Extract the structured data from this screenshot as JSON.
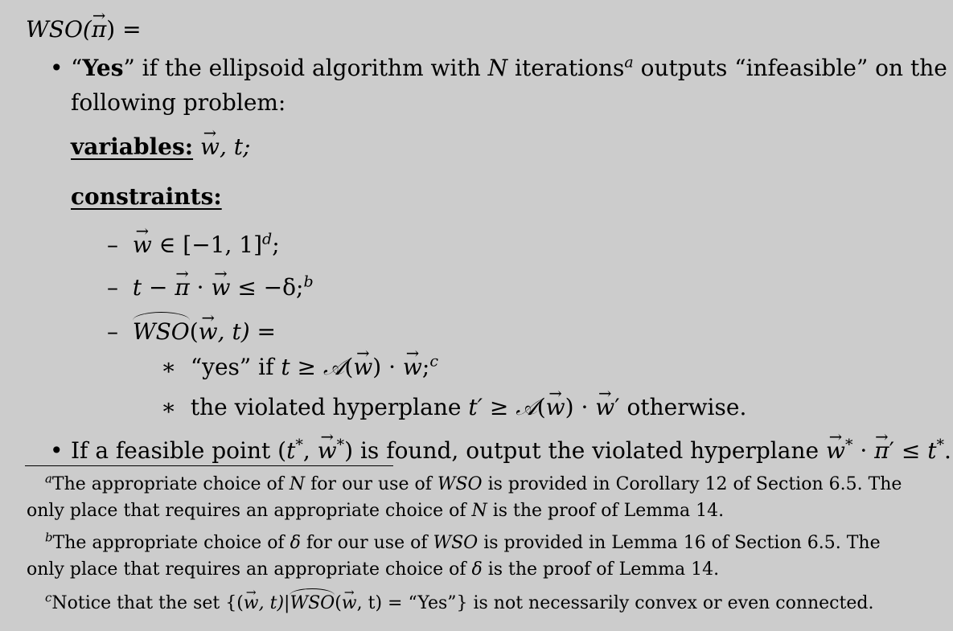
{
  "title": {
    "pre": "WSO(",
    "vec_pi": "π",
    "post": ") ="
  },
  "bullet1": {
    "q1": "“",
    "yes": "Yes",
    "q2": "” if the ellipsoid algorithm with ",
    "N": "N",
    "iter": " iterations",
    "sup_a": "a",
    "rest": " outputs “infeasible” on the",
    "line2": "following problem:"
  },
  "variables": {
    "label": "variables:",
    "w": "w",
    "tail": ", t;"
  },
  "constraints": {
    "label": "constraints:"
  },
  "c1": {
    "dash": "–",
    "w": "w",
    "tail": " ∈ [−1, 1]",
    "d": "d",
    "semi": ";"
  },
  "c2": {
    "dash": "–",
    "t": "t",
    "minus": " − ",
    "pi": "π",
    "dot": " · ",
    "w": "w",
    "tail": " ≤ −δ;",
    "sup_b": "b"
  },
  "c3": {
    "dash": "–",
    "wso": "WSO",
    "open": "(",
    "w": "w",
    "tail": ", t) ="
  },
  "s1": {
    "star": "∗",
    "text": "“yes” if ",
    "t": "t",
    "geq": " ≥ ",
    "A": "𝒜",
    "open": "(",
    "w": "w",
    "close": ") · ",
    "w2": "w",
    "semi": ";",
    "sup_c": "c"
  },
  "s2": {
    "star": "∗",
    "text": "the violated hyperplane ",
    "tp": "t′",
    "geq": " ≥ ",
    "A": "𝒜",
    "open": "(",
    "w": "w",
    "close": ") · ",
    "w2": "w",
    "prime": "′",
    "tail": " otherwise."
  },
  "bullet2": {
    "pre": "If a feasible point (",
    "ts": "t",
    "star1": "*",
    "comma": ", ",
    "ws": "w",
    "star2": "*",
    "mid": ") is found, output the violated hyperplane ",
    "w3": "w",
    "star3": "*",
    "dot": " · ",
    "pi": "π",
    "pp": "′",
    "le": " ≤ ",
    "t3": "t",
    "star4": "*",
    "end": "."
  },
  "footnotes": {
    "a_mark": "a",
    "a1_pre": "The appropriate choice of ",
    "a1_N": "N",
    "a1_mid": " for our use of ",
    "a1_wso": "WSO",
    "a1_post": " is provided in Corollary 12 of Section 6.5. The",
    "a2_pre": "only place that requires an appropriate choice of ",
    "a2_N": "N",
    "a2_post": " is the proof of Lemma 14.",
    "b_mark": "b",
    "b1_pre": "The appropriate choice of ",
    "b1_d": "δ",
    "b1_mid": " for our use of ",
    "b1_wso": "WSO",
    "b1_post": " is provided in Lemma 16 of Section 6.5. The",
    "b2_pre": "only place that requires an appropriate choice of ",
    "b2_d": "δ",
    "b2_post": " is the proof of Lemma 14.",
    "c_mark": "c",
    "c_pre": "Notice that the set {(",
    "c_w": "w",
    "c_mid": ", t)|",
    "c_wso": "WSO",
    "c_open": "(",
    "c_w2": "w",
    "c_mid2": ", t) = “Yes”} is not necessarily convex or even connected."
  }
}
